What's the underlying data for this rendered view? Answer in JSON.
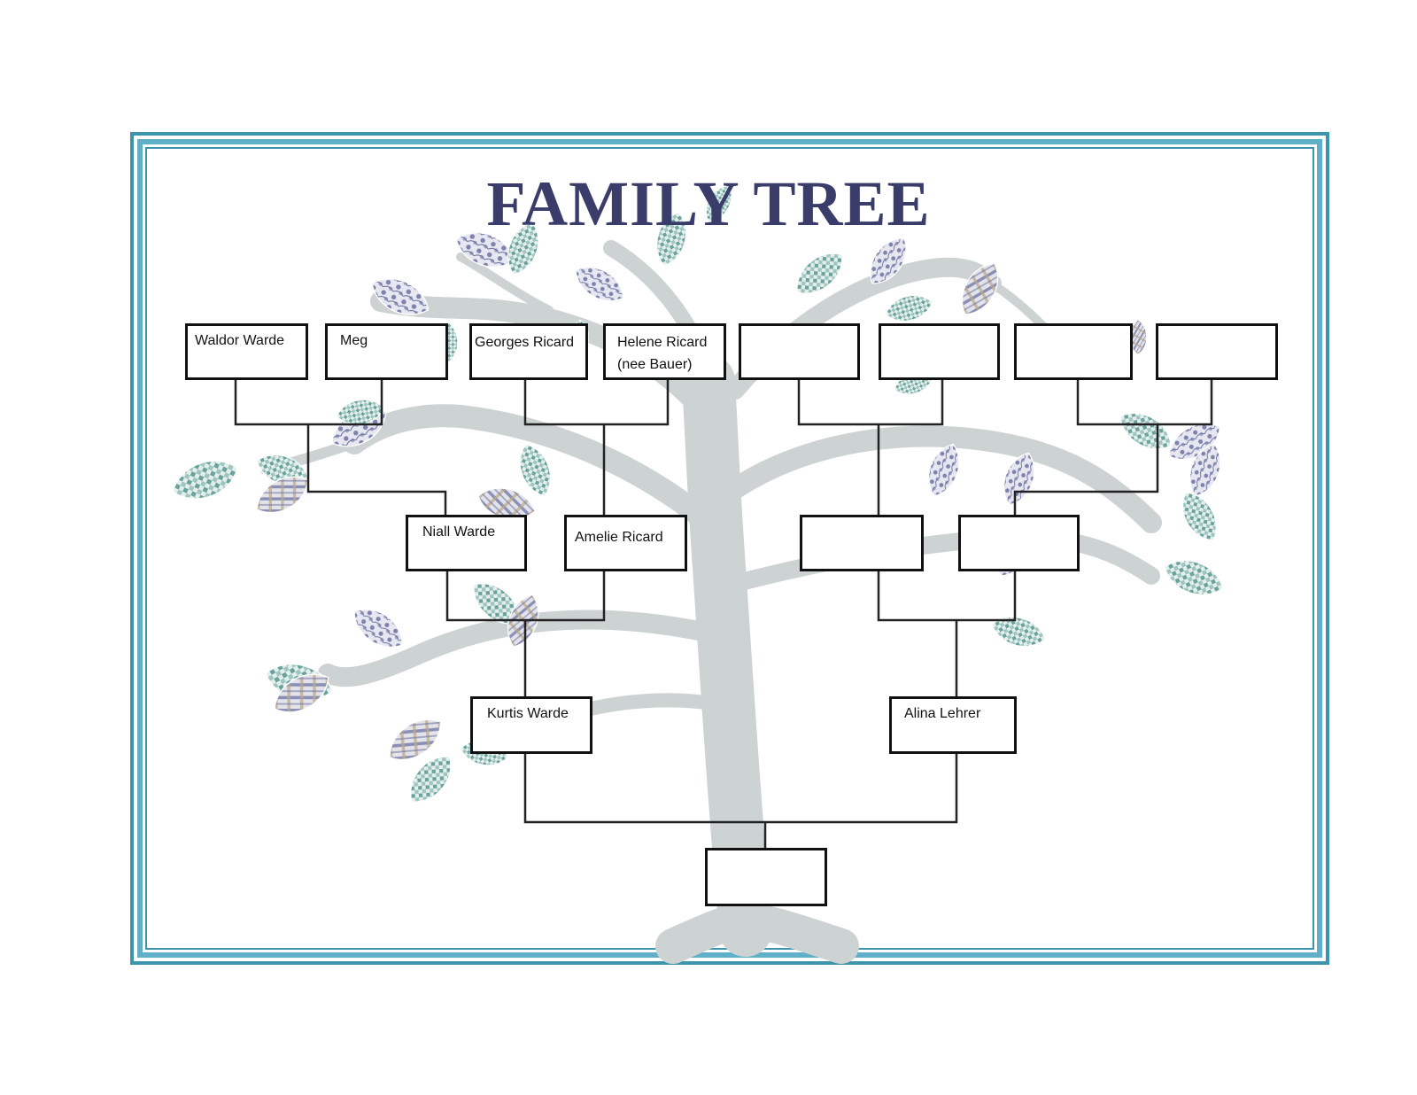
{
  "title": "FAMILY TREE",
  "colors": {
    "frame": "#3d94ad",
    "title": "#3a3d6a",
    "trunk": "#cdd3d2",
    "leaf_green": "#5e9b94",
    "leaf_blue": "#7f86b0"
  },
  "people": {
    "gen3": [
      {
        "name": "Waldor Warde",
        "line2": ""
      },
      {
        "name": "Meg",
        "line2": ""
      },
      {
        "name": "Georges Ricard",
        "line2": ""
      },
      {
        "name": "Helene Ricard",
        "line2": "(nee Bauer)"
      },
      {
        "name": "",
        "line2": ""
      },
      {
        "name": "",
        "line2": ""
      },
      {
        "name": "",
        "line2": ""
      },
      {
        "name": "",
        "line2": ""
      }
    ],
    "gen2": [
      {
        "name": "Niall Warde"
      },
      {
        "name": "Amelie Ricard"
      },
      {
        "name": ""
      },
      {
        "name": ""
      }
    ],
    "gen1": [
      {
        "name": "Kurtis Warde"
      },
      {
        "name": "Alina Lehrer"
      }
    ],
    "root": {
      "name": ""
    }
  }
}
